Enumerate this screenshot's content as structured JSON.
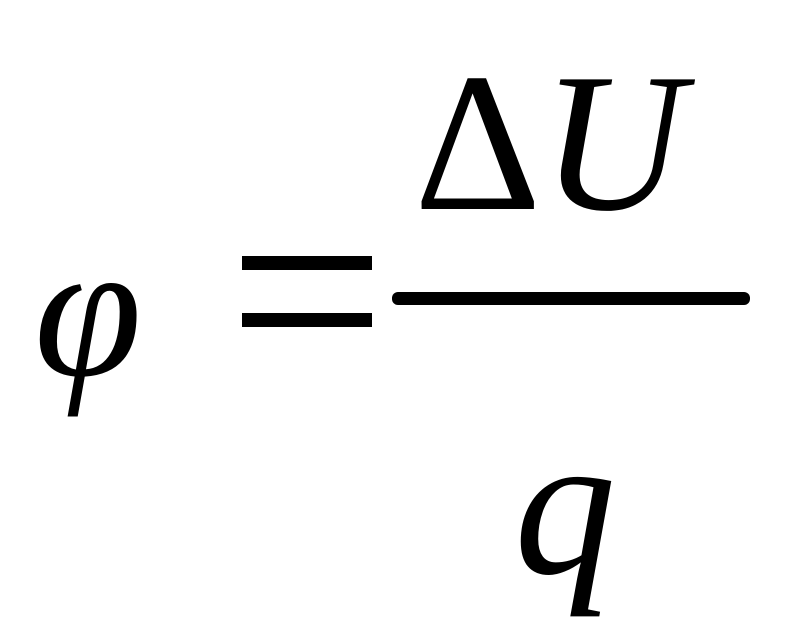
{
  "formula": {
    "lhs": "φ",
    "operator": "=",
    "numerator": {
      "delta": "Δ",
      "variable": "U"
    },
    "denominator": "q"
  }
}
